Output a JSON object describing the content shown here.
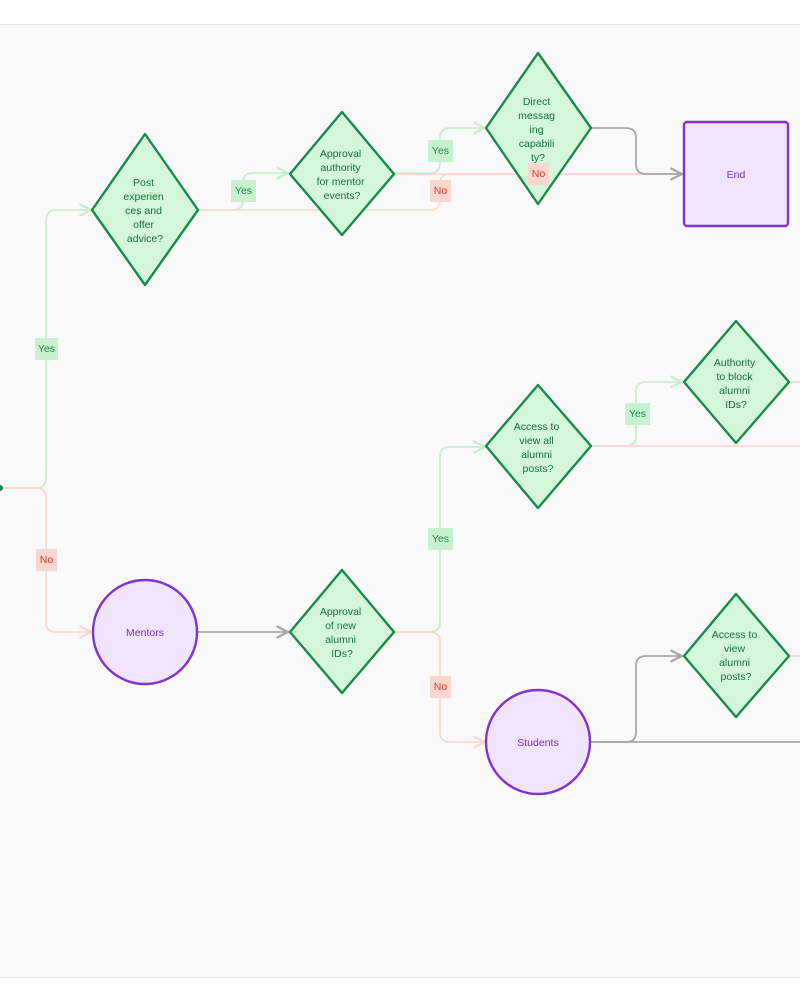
{
  "colors": {
    "decision_fill": "#d3f7d8",
    "decision_stroke": "#188a4c",
    "decision_text": "#16703c",
    "terminal_fill": "#f1e4fd",
    "terminal_stroke": "#8233cf",
    "terminal_text": "#7331b8",
    "yes_edge": "#c9eecf",
    "yes_label_bg": "#c8f2cf",
    "yes_label_text": "#1f8a47",
    "no_edge": "#fbd7d0",
    "no_label_bg": "#fbd6cf",
    "no_label_text": "#d43a2a",
    "neutral_edge": "#a8a8a8",
    "canvas_bg": "#f9f9f9"
  },
  "nodes": {
    "post_experiences": {
      "shape": "diamond",
      "lines": [
        "Post",
        "experien",
        "ces and",
        "offer",
        "advice?"
      ]
    },
    "approval_mentor_events": {
      "shape": "diamond",
      "lines": [
        "Approval",
        "authority",
        "for mentor",
        "events?"
      ]
    },
    "direct_messaging": {
      "shape": "diamond",
      "lines": [
        "Direct",
        "messag",
        "ing",
        "capabili",
        "ty?"
      ]
    },
    "end": {
      "shape": "square",
      "lines": [
        "End"
      ]
    },
    "mentors": {
      "shape": "circle",
      "lines": [
        "Mentors"
      ]
    },
    "approval_alumni_ids": {
      "shape": "diamond",
      "lines": [
        "Approval",
        "of new",
        "alumni",
        "IDs?"
      ]
    },
    "access_all_posts": {
      "shape": "diamond",
      "lines": [
        "Access to",
        "view all",
        "alumni",
        "posts?"
      ]
    },
    "block_alumni_ids": {
      "shape": "diamond",
      "lines": [
        "Authority",
        "to block",
        "alumni",
        "IDs?"
      ]
    },
    "students": {
      "shape": "circle",
      "lines": [
        "Students"
      ]
    },
    "access_posts_students": {
      "shape": "diamond",
      "lines": [
        "Access to",
        "view",
        "alumni",
        "posts?"
      ]
    }
  },
  "edges": [
    {
      "from": "start",
      "to": "post_experiences",
      "type": "yes",
      "label": "Yes"
    },
    {
      "from": "start",
      "to": "mentors",
      "type": "no",
      "label": "No"
    },
    {
      "from": "post_experiences",
      "to": "approval_mentor_events",
      "type": "yes",
      "label": "Yes"
    },
    {
      "from": "post_experiences",
      "to": "end",
      "type": "no",
      "label": ""
    },
    {
      "from": "approval_mentor_events",
      "to": "direct_messaging",
      "type": "yes",
      "label": "Yes"
    },
    {
      "from": "approval_mentor_events",
      "to": "end",
      "type": "no",
      "label": "No"
    },
    {
      "from": "direct_messaging",
      "to": "end",
      "type": "neutral",
      "label": ""
    },
    {
      "from": "direct_messaging",
      "to": "end",
      "type": "no",
      "label": "No"
    },
    {
      "from": "mentors",
      "to": "approval_alumni_ids",
      "type": "neutral",
      "label": ""
    },
    {
      "from": "approval_alumni_ids",
      "to": "access_all_posts",
      "type": "yes",
      "label": "Yes"
    },
    {
      "from": "approval_alumni_ids",
      "to": "students",
      "type": "no",
      "label": "No"
    },
    {
      "from": "access_all_posts",
      "to": "block_alumni_ids",
      "type": "yes",
      "label": "Yes"
    },
    {
      "from": "access_all_posts",
      "to": "offscreen",
      "type": "no",
      "label": ""
    },
    {
      "from": "students",
      "to": "access_posts_students",
      "type": "neutral",
      "label": ""
    },
    {
      "from": "students",
      "to": "offscreen",
      "type": "neutral",
      "label": ""
    }
  ]
}
